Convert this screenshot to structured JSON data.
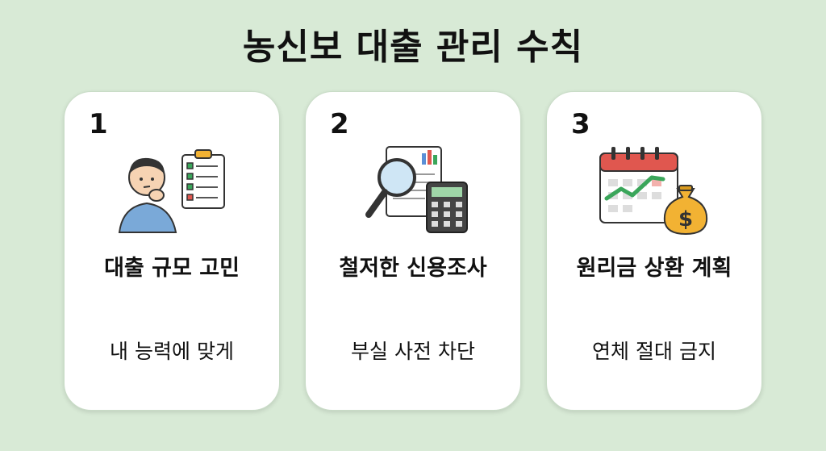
{
  "title": "농신보 대출 관리 수칙",
  "cards": [
    {
      "number": "1",
      "heading": "대출 규모 고민",
      "sub": "내 능력에 맞게",
      "icon": "thinking-person-clipboard-icon"
    },
    {
      "number": "2",
      "heading": "철저한 신용조사",
      "sub": "부실 사전 차단",
      "icon": "magnifier-document-calculator-icon"
    },
    {
      "number": "3",
      "heading": "원리금 상환 계획",
      "sub": "연체 절대 금지",
      "icon": "calendar-money-bag-icon"
    }
  ],
  "colors": {
    "background": "#d8ead6",
    "card": "#ffffff",
    "accent_red": "#e0574f",
    "accent_green": "#3aa65a",
    "gold": "#f2b233"
  }
}
